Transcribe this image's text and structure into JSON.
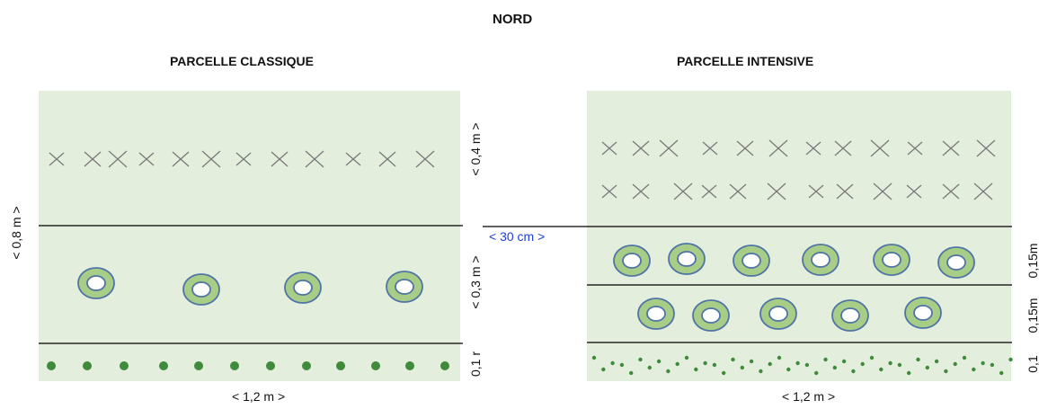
{
  "header": {
    "north_label": "NORD"
  },
  "plots": {
    "classic": {
      "title": "PARCELLE CLASSIQUE",
      "width_label": "< 1,2 m >",
      "height_label": "< 0,8 m >",
      "top_band_label": "< 0,4 m >",
      "middle_band_label": "< 0,3 m >",
      "bottom_band_label": "0,1 r"
    },
    "intensive": {
      "title": "PARCELLE INTENSIVE",
      "width_label": "< 1,2 m >",
      "band1_label": "0,15m",
      "band2_label": "0,15m",
      "bottom_band_label": "0,1"
    }
  },
  "spacing_label": "< 30 cm >",
  "colors": {
    "plot_fill": "#e4eedd",
    "ring_fill": "#a8cd87",
    "ring_stroke": "#4f74a5",
    "ring_inner": "#ffffff",
    "dot": "#3f8a3b",
    "cross": "#7a7a7a",
    "line": "#000000",
    "spacing_label": "#1f3fd6"
  },
  "symbols": {
    "cross": "seedling-cross-icon",
    "ring": "plant-ring-icon",
    "dot": "seed-dot-icon"
  }
}
